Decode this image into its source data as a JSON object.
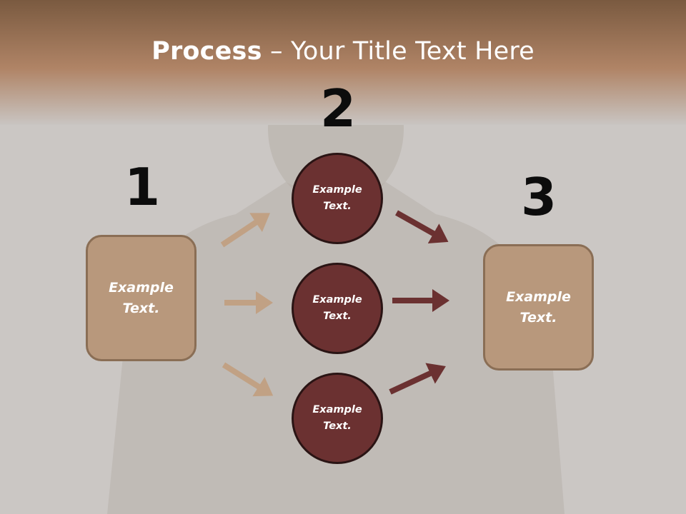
{
  "title": {
    "bold": "Process",
    "rest": " – Your Title Text Here"
  },
  "steps": {
    "one": "1",
    "two": "2",
    "three": "3"
  },
  "left_box": {
    "line1": "Example",
    "line2": "Text."
  },
  "right_box": {
    "line1": "Example",
    "line2": "Text."
  },
  "circles": [
    {
      "line1": "Example",
      "line2": "Text."
    },
    {
      "line1": "Example",
      "line2": "Text."
    },
    {
      "line1": "Example",
      "line2": "Text."
    }
  ],
  "colors": {
    "box": "#b8987c",
    "circle": "#6b3131",
    "arrow_light": "#c1a184",
    "arrow_dark": "#6b3131",
    "header": "#a88163"
  }
}
